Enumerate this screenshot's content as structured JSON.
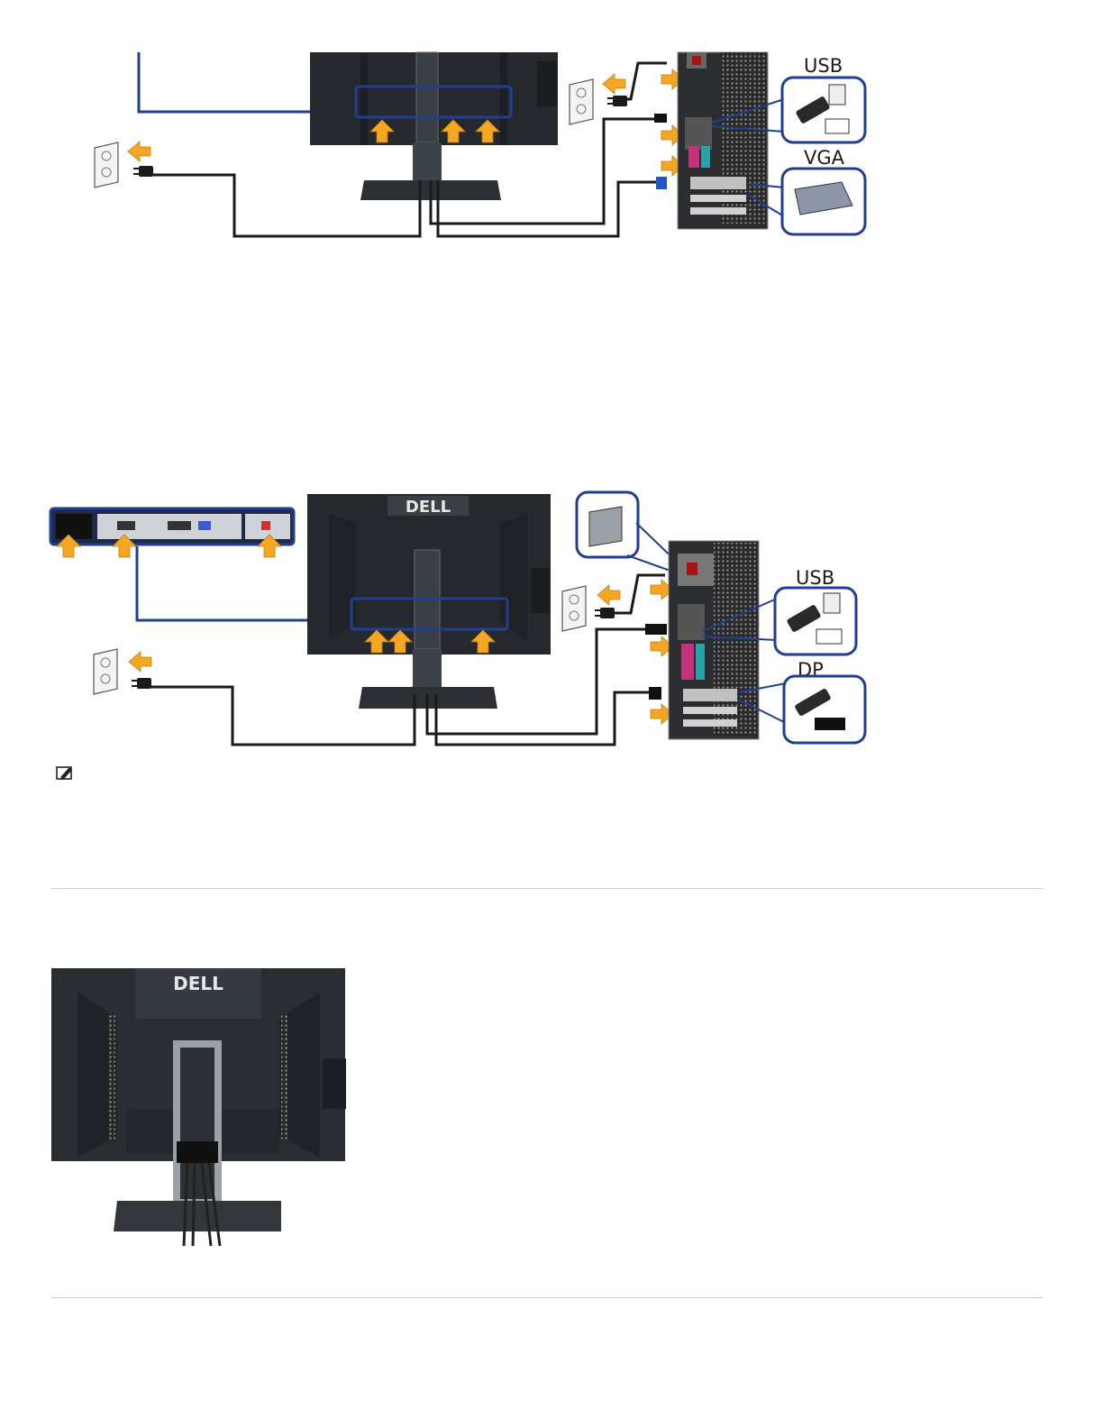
{
  "figure_vga": {
    "callouts": {
      "usb": "USB",
      "vga": "VGA"
    }
  },
  "figure_dp": {
    "monitor_logo": "DELL",
    "callouts": {
      "usb": "USB",
      "dp": "DP"
    }
  },
  "figure_cable_management": {
    "monitor_logo": "DELL"
  },
  "note": {
    "icon": "note-pencil-icon"
  },
  "colors": {
    "callout_blue": "#1f3f91",
    "arrow_orange": "#f5a623",
    "monitor_body": "#25292e",
    "cable": "#1a1a1a"
  }
}
